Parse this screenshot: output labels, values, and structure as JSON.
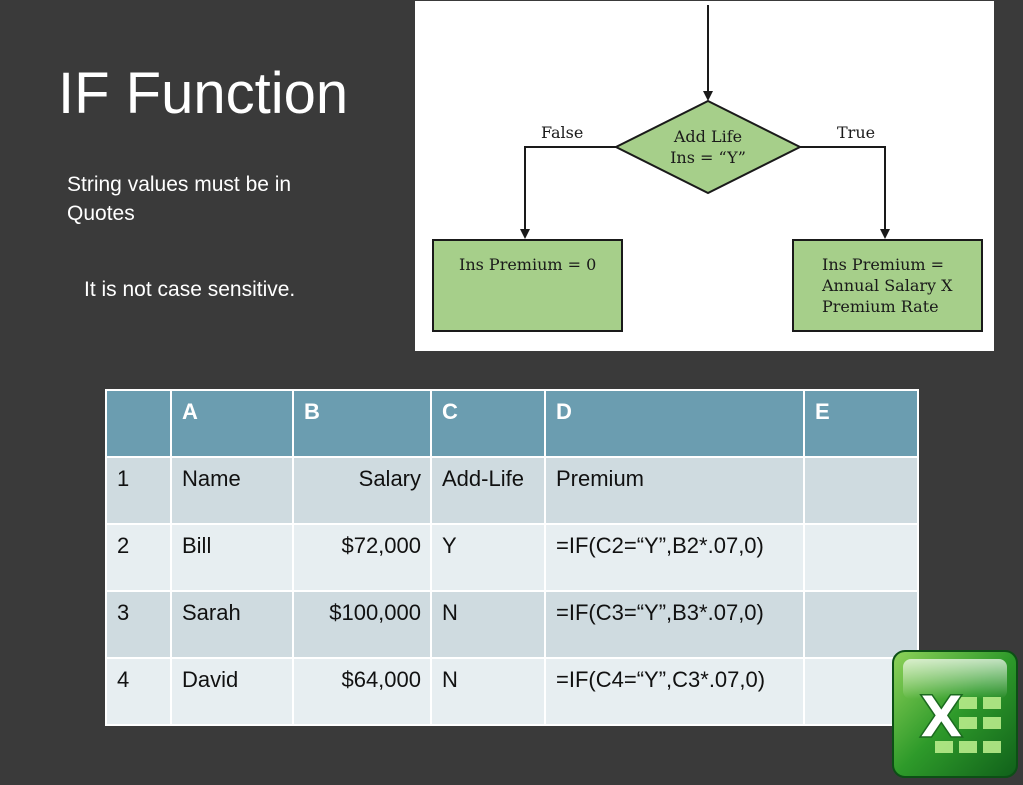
{
  "slide": {
    "title": "IF Function",
    "bullet_1": "String values must be in Quotes",
    "bullet_2": "It is not case sensitive."
  },
  "flowchart": {
    "decision": {
      "line1": "Add Life",
      "line2": "Ins = “Y”"
    },
    "false_label": "False",
    "true_label": "True",
    "false_box": "Ins Premium = 0",
    "true_box": {
      "line1": "Ins Premium =",
      "line2": "Annual Salary X",
      "line3": "Premium Rate"
    },
    "colors": {
      "box_fill": "#a6cf8a",
      "stroke": "#1a1a1a"
    }
  },
  "sheet": {
    "columns": [
      "",
      "A",
      "B",
      "C",
      "D",
      "E"
    ],
    "rows": [
      [
        "1",
        "Name",
        "Salary",
        "Add-Life",
        "Premium",
        ""
      ],
      [
        "2",
        "Bill",
        "$72,000",
        "Y",
        "=IF(C2=“Y”,B2*.07,0)",
        ""
      ],
      [
        "3",
        "Sarah",
        "$100,000",
        "N",
        "=IF(C3=“Y”,B3*.07,0)",
        ""
      ],
      [
        "4",
        "David",
        "$64,000",
        "N",
        "=IF(C4=“Y”,C3*.07,0)",
        ""
      ]
    ],
    "colors": {
      "header": "#6b9db0",
      "row_dark": "#cfdbe0",
      "row_light": "#e7eef1"
    }
  },
  "logo": {
    "icon": "excel-logo-icon",
    "letter": "X"
  }
}
